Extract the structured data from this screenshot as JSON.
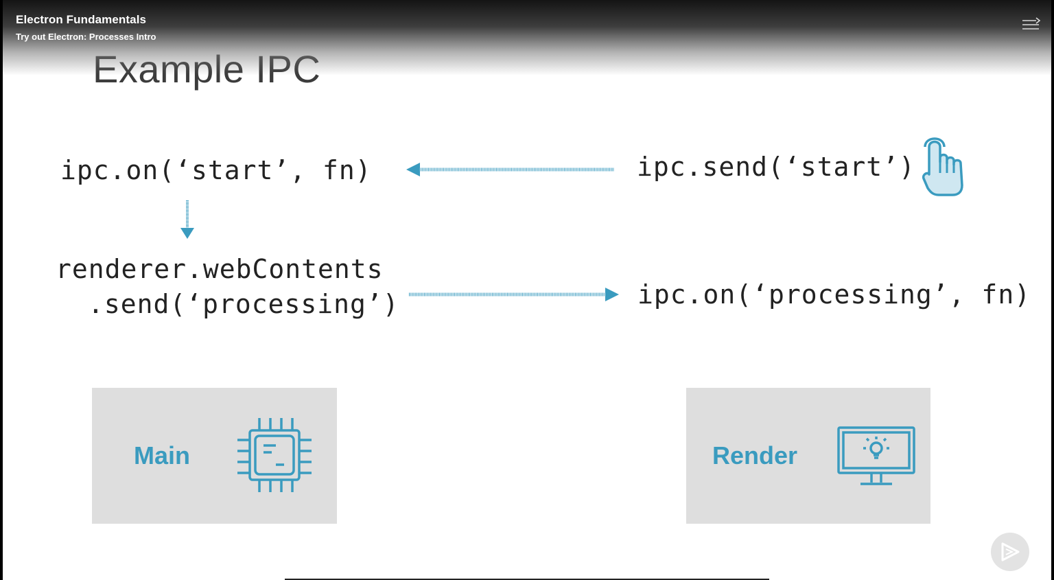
{
  "player": {
    "course_title": "Electron Fundamentals",
    "module_title": "Try out Electron: Processes Intro",
    "menu_icon": "menu-icon",
    "play_icon": "play-icon"
  },
  "slide": {
    "title": "Example IPC",
    "main_code": {
      "listener": "ipc.on(‘start’, fn)",
      "send_line1": "renderer.webContents",
      "send_line2": ".send(‘processing’)"
    },
    "render_code": {
      "send": "ipc.send(‘start’)",
      "listener": "ipc.on(‘processing’, fn)"
    },
    "main_box": {
      "label": "Main",
      "icon": "cpu-chip-icon"
    },
    "render_box": {
      "label": "Render",
      "icon": "monitor-lightbulb-icon"
    },
    "pointer_icon": "hand-pointer-icon",
    "accent_color": "#3a9bbf",
    "box_color": "#dedede"
  }
}
